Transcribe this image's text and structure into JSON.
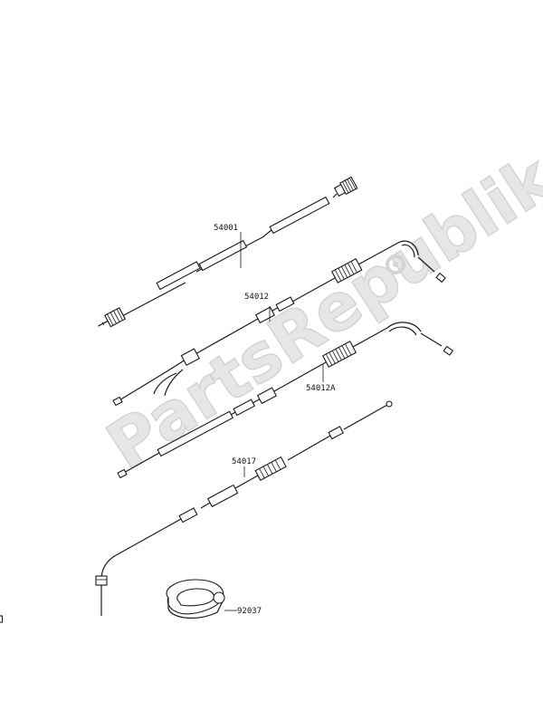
{
  "watermark": {
    "text": "PartsRepublik"
  },
  "parts": [
    {
      "id": "54001",
      "label": "54001"
    },
    {
      "id": "54012",
      "label": "54012"
    },
    {
      "id": "54012A",
      "label": "54012A"
    },
    {
      "id": "54017",
      "label": "54017"
    },
    {
      "id": "92037",
      "label": "92037"
    }
  ]
}
